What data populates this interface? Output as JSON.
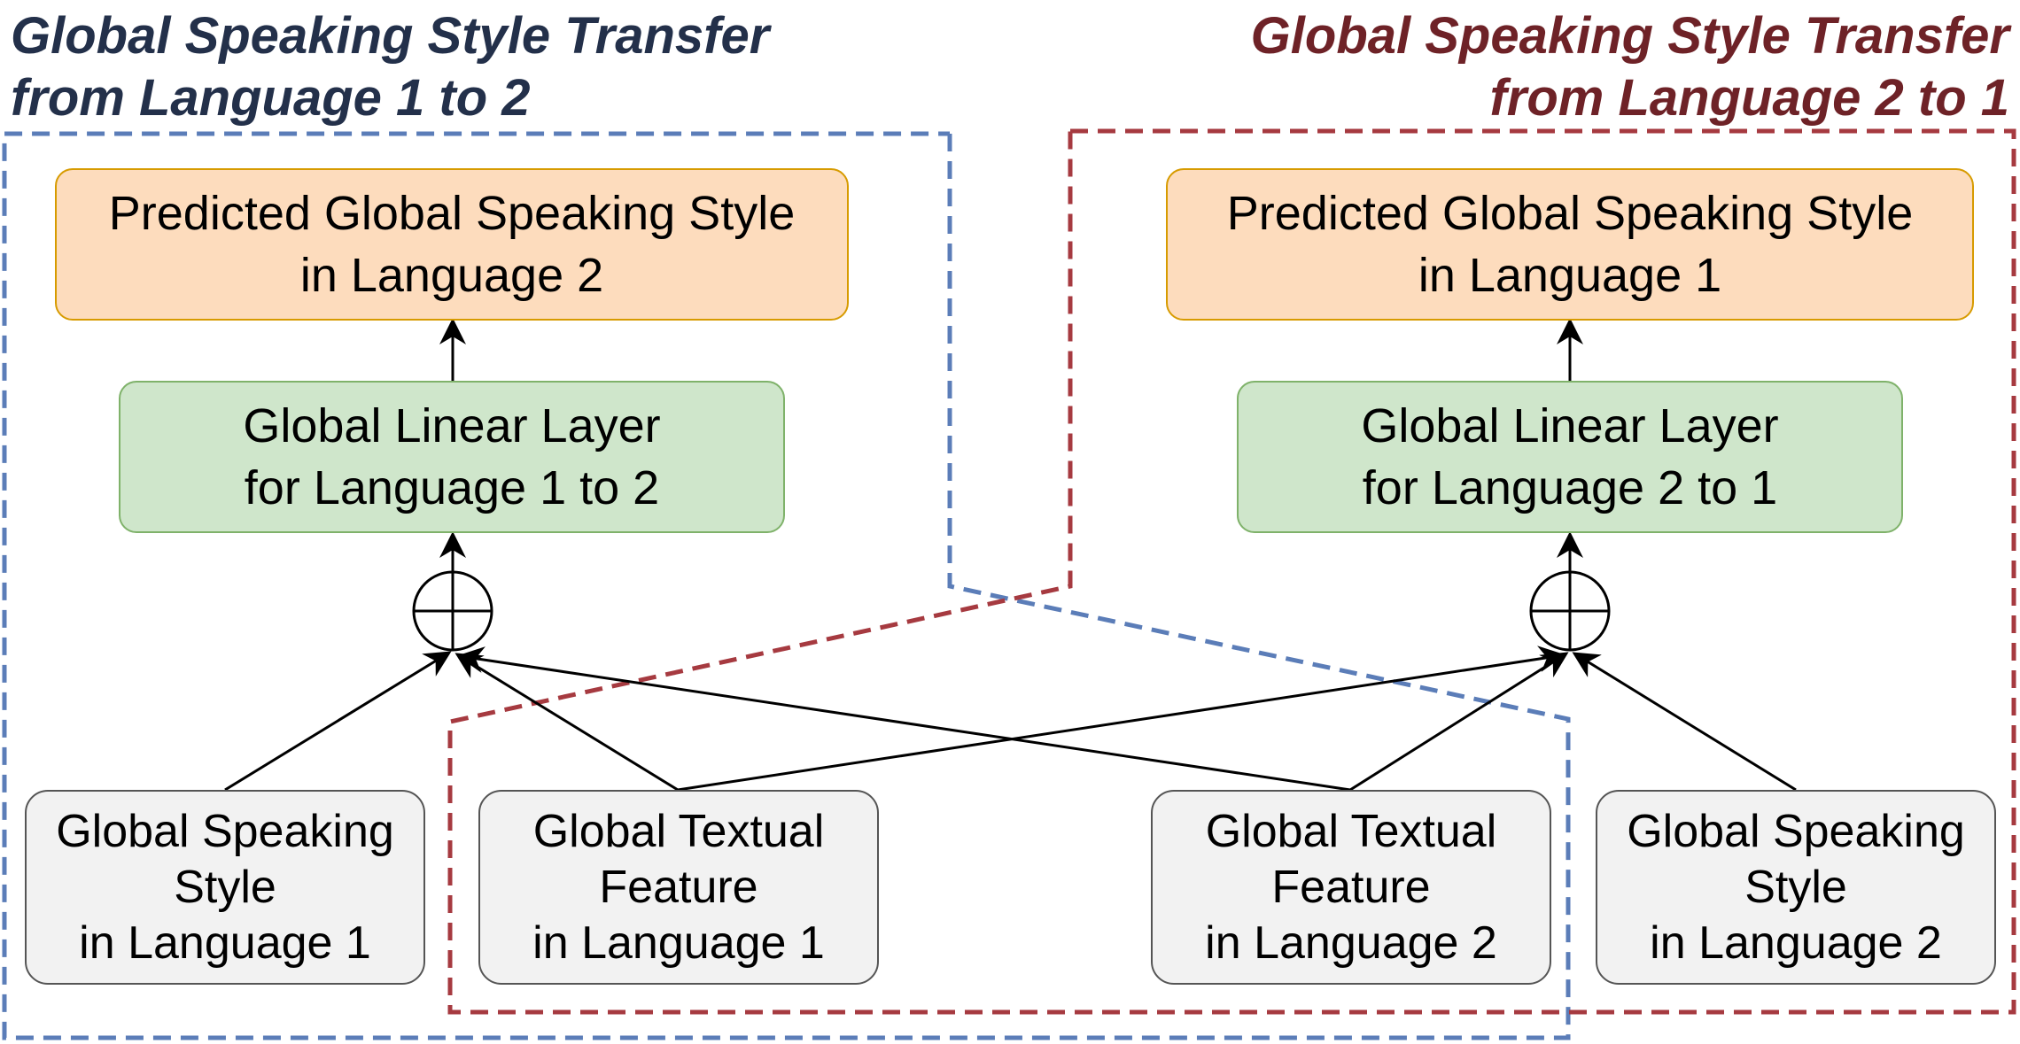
{
  "colors": {
    "left_group": "#5b7db8",
    "right_group": "#a63a40",
    "left_heading": "#23304a",
    "right_heading": "#6e2227",
    "output_fill": "#fddcbd",
    "output_border": "#d79b00",
    "linear_fill": "#cfe6cb",
    "linear_border": "#7fb26a",
    "input_fill": "#f2f2f2",
    "input_border": "#555555",
    "arrow": "#000000"
  },
  "headings": {
    "left": {
      "line1": "Global Speaking Style Transfer",
      "line2": "from Language 1 to 2"
    },
    "right": {
      "line1": "Global Speaking Style Transfer",
      "line2": "from Language 2 to 1"
    }
  },
  "outputs": {
    "left": {
      "line1": "Predicted Global Speaking Style",
      "line2": "in Language 2"
    },
    "right": {
      "line1": "Predicted Global Speaking Style",
      "line2": "in Language 1"
    }
  },
  "linear_layers": {
    "left": {
      "line1": "Global Linear Layer",
      "line2": "for Language 1 to 2"
    },
    "right": {
      "line1": "Global Linear Layer",
      "line2": "for Language 2 to 1"
    }
  },
  "inputs": {
    "style_lang1": {
      "line1": "Global Speaking",
      "line2": "Style",
      "line3": "in Language 1"
    },
    "text_lang1": {
      "line1": "Global Textual",
      "line2": "Feature",
      "line3": "in Language 1"
    },
    "text_lang2": {
      "line1": "Global Textual",
      "line2": "Feature",
      "line3": "in Language 2"
    },
    "style_lang2": {
      "line1": "Global Speaking",
      "line2": "Style",
      "line3": "in Language 2"
    }
  },
  "icons": {
    "sum": "circled-plus-icon"
  }
}
